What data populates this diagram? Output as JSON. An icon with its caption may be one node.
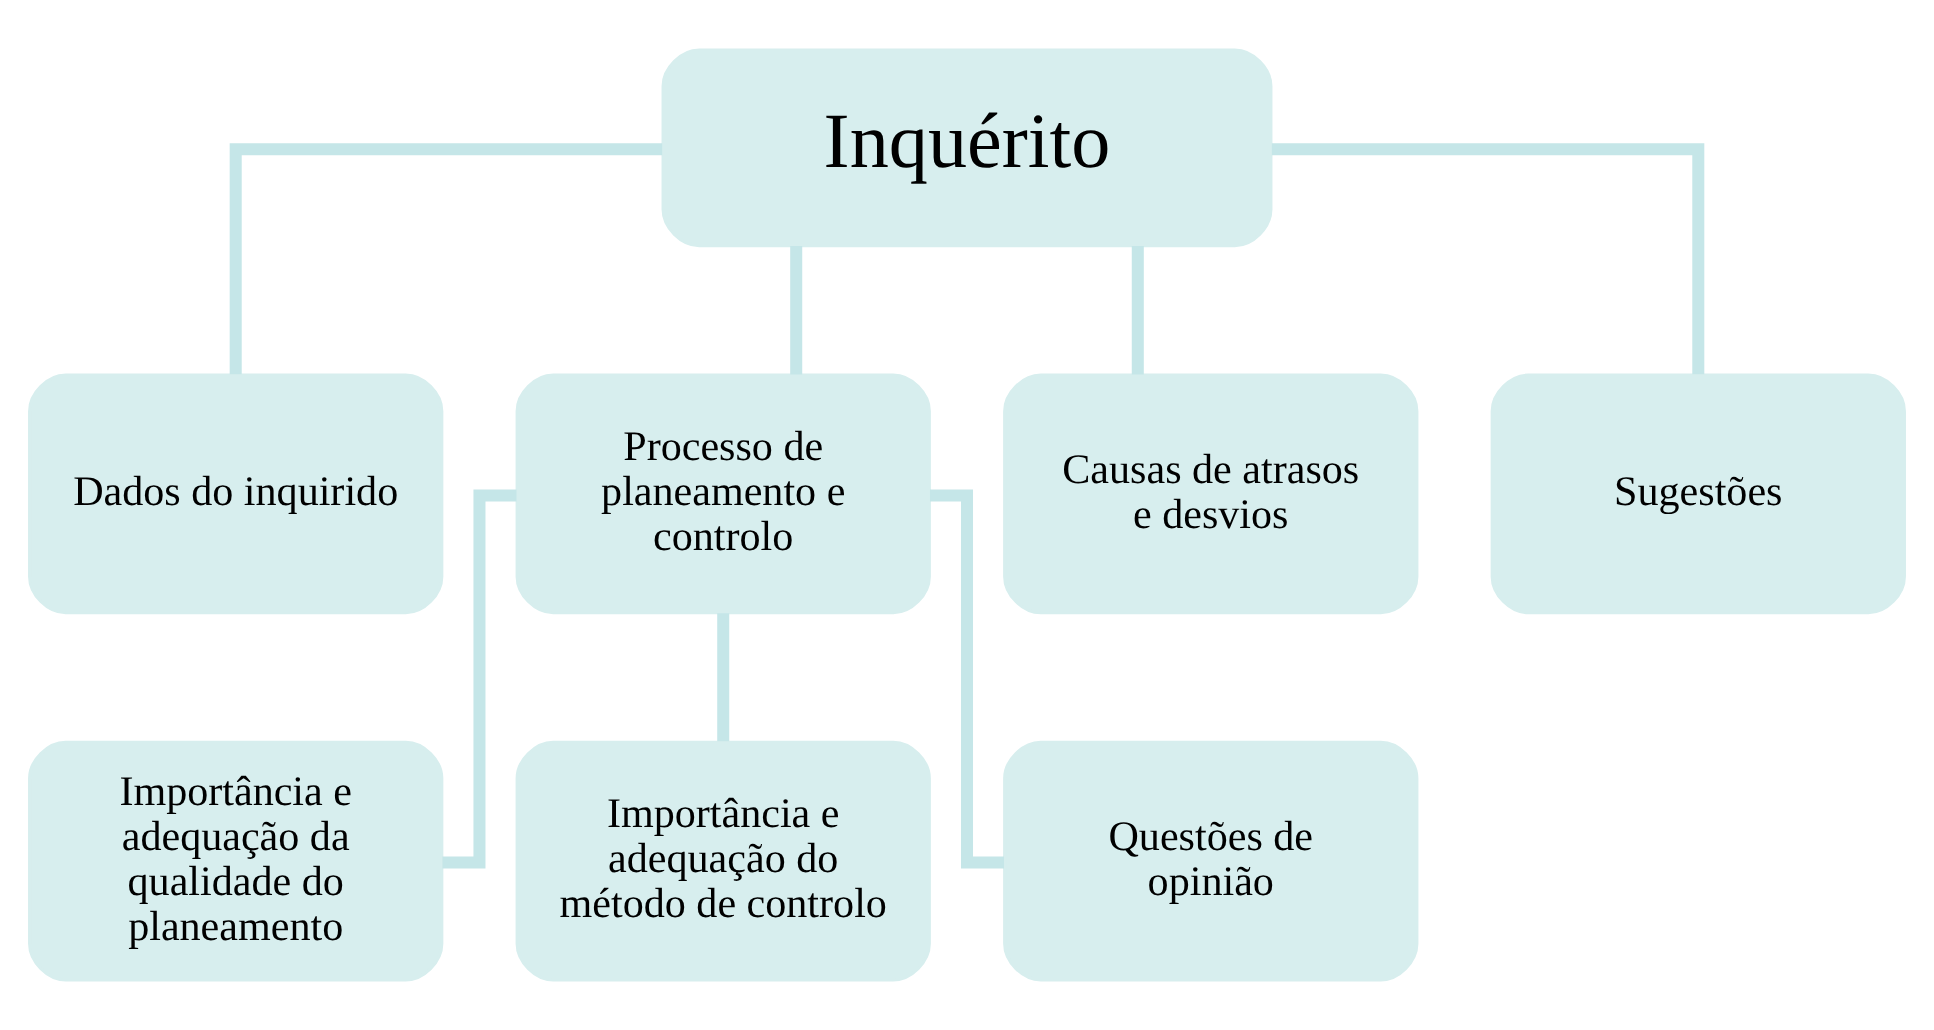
{
  "diagram": {
    "nodes": [
      {
        "text": [
          "Inquérito"
        ]
      },
      {
        "text": [
          "Dados do inquirido"
        ]
      },
      {
        "text": [
          "Processo de planeamento e controlo"
        ]
      },
      {
        "text": [
          "Causas de atrasos e desvios"
        ]
      },
      {
        "text": [
          "Sugestões"
        ]
      },
      {
        "text": [
          "Importância e adequação da qualidade do planeamento"
        ]
      },
      {
        "text": [
          "Importância e adequação do método de controlo"
        ]
      },
      {
        "text": [
          "Questões de opinião"
        ]
      }
    ],
    "edges": [
      {
        "from": 0,
        "to": 1,
        "arrow": "none"
      },
      {
        "from": 0,
        "to": 2,
        "arrow": "none"
      },
      {
        "from": 0,
        "to": 3,
        "arrow": "none"
      },
      {
        "from": 0,
        "to": 4,
        "arrow": "none"
      },
      {
        "from": 2,
        "to": 5,
        "arrow": "none"
      },
      {
        "from": 2,
        "to": 6,
        "arrow": "none"
      },
      {
        "from": 2,
        "to": 7,
        "arrow": "none"
      }
    ]
  }
}
